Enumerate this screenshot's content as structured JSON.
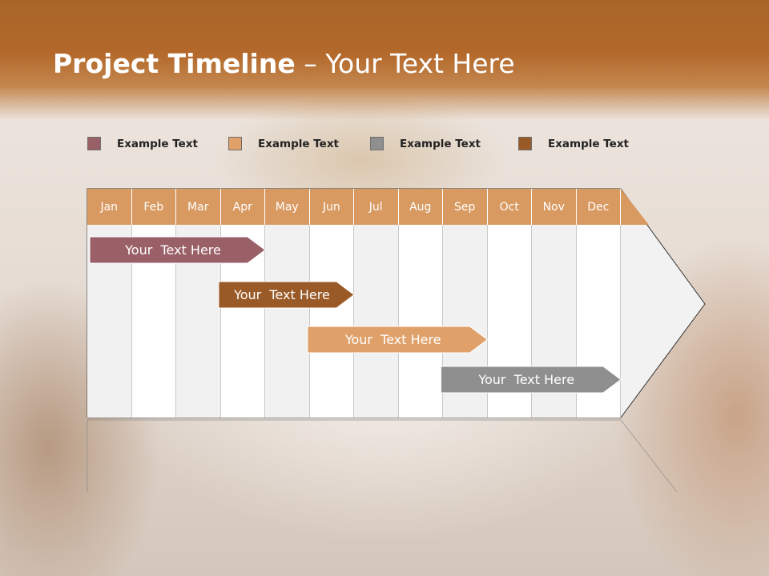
{
  "title": {
    "bold": "Project Timeline",
    "rest": " – Your Text Here"
  },
  "legend": [
    {
      "label": "Example Text",
      "color": "#9a6068"
    },
    {
      "label": "Example Text",
      "color": "#e0a06a"
    },
    {
      "label": "Example Text",
      "color": "#8f8f8f"
    },
    {
      "label": "Example Text",
      "color": "#9a5a27"
    }
  ],
  "months": [
    "Jan",
    "Feb",
    "Mar",
    "Apr",
    "May",
    "Jun",
    "Jul",
    "Aug",
    "Sep",
    "Oct",
    "Nov",
    "Dec"
  ],
  "tasks": [
    {
      "label": "Your  Text Here",
      "color": "#9a6068",
      "start_month": 1.0,
      "end_month": 4.0
    },
    {
      "label": "Your  Text Here",
      "color": "#9a5a27",
      "start_month": 3.9,
      "end_month": 6.0
    },
    {
      "label": "Your  Text Here",
      "color": "#e0a06a",
      "start_month": 5.9,
      "end_month": 9.0
    },
    {
      "label": "Your  Text Here",
      "color": "#8f8f8f",
      "start_month": 8.9,
      "end_month": 12.0
    }
  ],
  "colors": {
    "header_fill": "#d99a62",
    "arrow_fill": "#f2f2f2",
    "column_alt": "#f1f1f1"
  }
}
